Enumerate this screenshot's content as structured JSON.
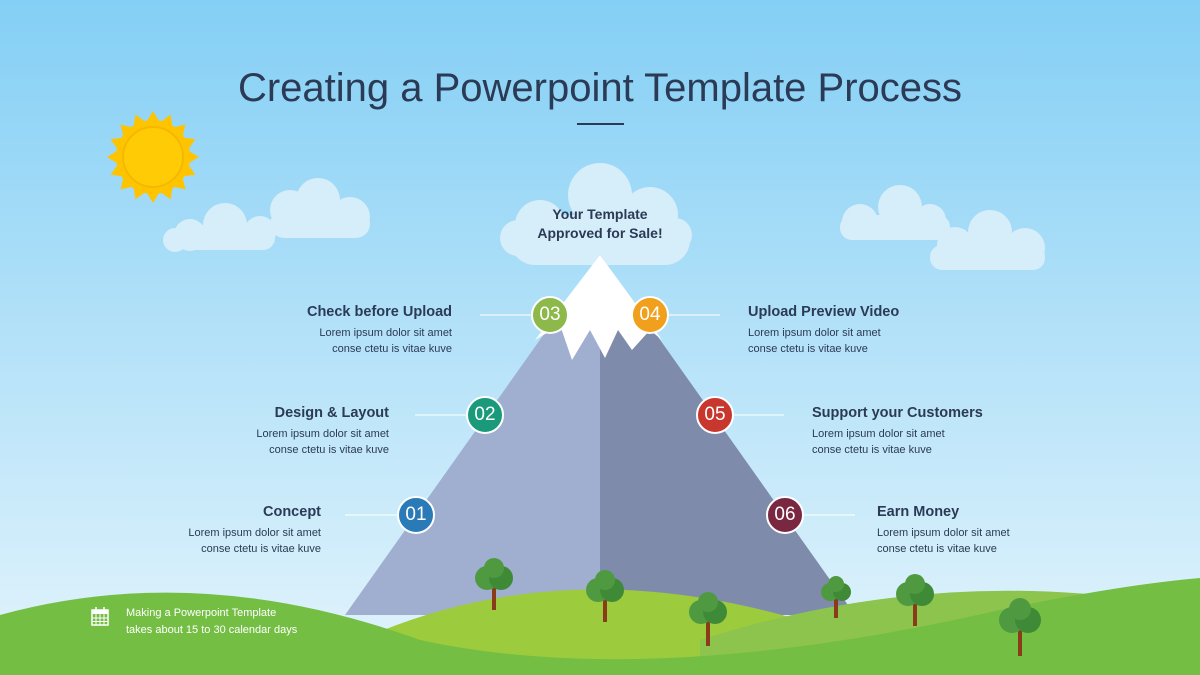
{
  "title": "Creating a Powerpoint Template Process",
  "summit": {
    "line1": "Your Template",
    "line2": "Approved for Sale!"
  },
  "steps": [
    {
      "num": "01",
      "title": "Concept",
      "desc1": "Lorem ipsum dolor sit amet",
      "desc2": "conse ctetu is vitae kuve",
      "color": "#2a7ab8"
    },
    {
      "num": "02",
      "title": "Design & Layout",
      "desc1": "Lorem ipsum dolor sit amet",
      "desc2": "conse ctetu is vitae kuve",
      "color": "#1a9a7a"
    },
    {
      "num": "03",
      "title": "Check before Upload",
      "desc1": "Lorem ipsum dolor sit amet",
      "desc2": "conse ctetu is vitae kuve",
      "color": "#8db84a"
    },
    {
      "num": "04",
      "title": "Upload Preview Video",
      "desc1": "Lorem ipsum dolor sit amet",
      "desc2": "conse ctetu is vitae kuve",
      "color": "#f0a01c"
    },
    {
      "num": "05",
      "title": "Support your Customers",
      "desc1": "Lorem ipsum dolor sit amet",
      "desc2": "conse ctetu is vitae kuve",
      "color": "#c8372d"
    },
    {
      "num": "06",
      "title": "Earn Money",
      "desc1": "Lorem ipsum dolor sit amet",
      "desc2": "conse ctetu is vitae kuve",
      "color": "#7a2842"
    }
  ],
  "note": {
    "line1": "Making a Powerpoint Template",
    "line2": "takes about 15 to 30 calendar days",
    "icon": "calendar-icon"
  }
}
